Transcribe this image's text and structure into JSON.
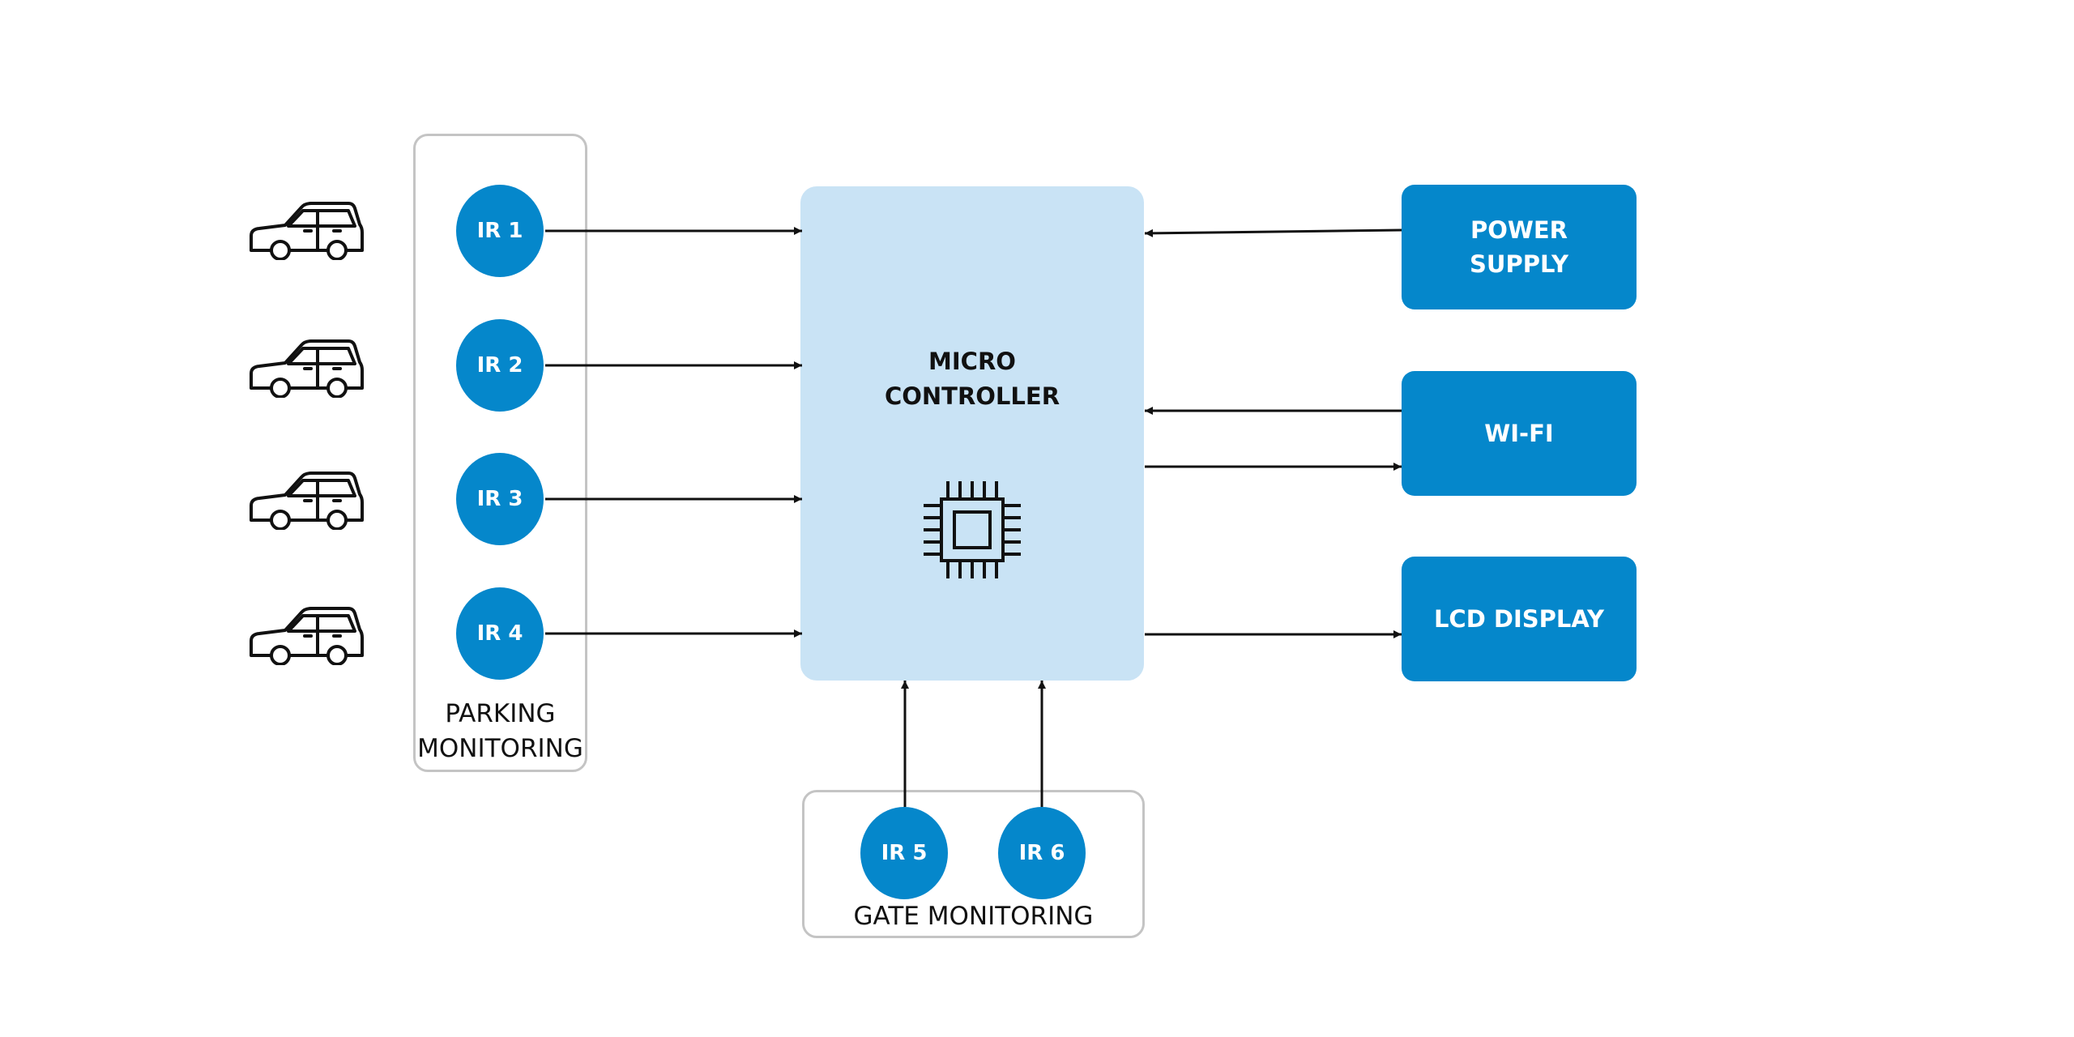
{
  "colors": {
    "primary": "#0587cb",
    "controller_fill": "#c9e3f5",
    "group_border": "#c4c4c4",
    "line": "#111111",
    "text_dark": "#111111",
    "text_light": "#ffffff"
  },
  "parking_group": {
    "label": "PARKING\nMONITORING",
    "sensors": [
      {
        "label": "IR 1",
        "icon": "car-icon"
      },
      {
        "label": "IR 2",
        "icon": "car-icon"
      },
      {
        "label": "IR 3",
        "icon": "car-icon"
      },
      {
        "label": "IR 4",
        "icon": "car-icon"
      }
    ]
  },
  "gate_group": {
    "label": "GATE MONITORING",
    "sensors": [
      {
        "label": "IR 5"
      },
      {
        "label": "IR 6"
      }
    ]
  },
  "controller": {
    "label": "MICRO\nCONTROLLER",
    "icon": "microchip-icon"
  },
  "modules": {
    "power": {
      "label": "POWER\nSUPPLY"
    },
    "wifi": {
      "label": "WI-FI"
    },
    "lcd": {
      "label": "LCD DISPLAY"
    }
  },
  "connections": [
    {
      "from": "IR 1",
      "to": "MICRO CONTROLLER"
    },
    {
      "from": "IR 2",
      "to": "MICRO CONTROLLER"
    },
    {
      "from": "IR 3",
      "to": "MICRO CONTROLLER"
    },
    {
      "from": "IR 4",
      "to": "MICRO CONTROLLER"
    },
    {
      "from": "IR 5",
      "to": "MICRO CONTROLLER"
    },
    {
      "from": "IR 6",
      "to": "MICRO CONTROLLER"
    },
    {
      "from": "POWER SUPPLY",
      "to": "MICRO CONTROLLER"
    },
    {
      "from": "WI-FI",
      "to": "MICRO CONTROLLER"
    },
    {
      "from": "MICRO CONTROLLER",
      "to": "WI-FI"
    },
    {
      "from": "MICRO CONTROLLER",
      "to": "LCD DISPLAY"
    }
  ]
}
